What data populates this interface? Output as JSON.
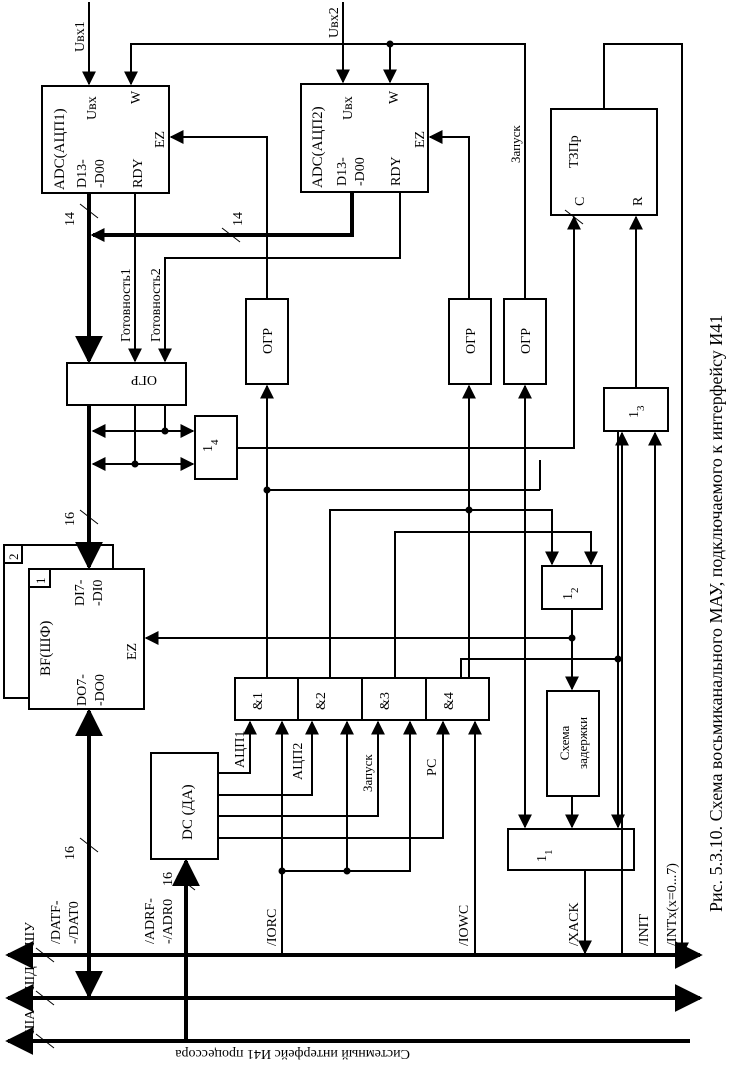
{
  "figure": {
    "caption": "Рис. 5.3.10. Схема восьмиканального МАУ, подключаемого к интерфейсу И41",
    "orientation": "rotated 90° clockwise"
  },
  "blocks": {
    "adc1": {
      "title": "ADC(АЦП1)",
      "uin": "Uвх",
      "w": "W",
      "d_hi": "D13-",
      "d_lo": "-D00",
      "rdy": "RDY",
      "ez": "EZ"
    },
    "adc2": {
      "title": "ADC(АЦП2)",
      "uin": "Uвх",
      "w": "W",
      "d_hi": "D13-",
      "d_lo": "-D00",
      "rdy": "RDY",
      "ez": "EZ"
    },
    "tzpr": {
      "title": "ТЗПр",
      "c": "C",
      "r": "R"
    },
    "ogr_in": {
      "title": "ОГР"
    },
    "ogr1": {
      "title": "ОГР"
    },
    "ogr2": {
      "title": "ОГР"
    },
    "ogr3": {
      "title": "ОГР"
    },
    "or4": {
      "title": "1",
      "sub": "4"
    },
    "or3": {
      "title": "1",
      "sub": "3"
    },
    "or2": {
      "title": "1",
      "sub": "2"
    },
    "or1": {
      "title": "1",
      "sub": "1"
    },
    "bf": {
      "title": "BF(ШФ)",
      "num1": "1",
      "num2": "2",
      "di_hi": "DI7-",
      "di_lo": "-DI0",
      "do_hi": "DO7-",
      "do_lo": "-DO0",
      "ez": "EZ"
    },
    "and_gates": [
      "&1",
      "&2",
      "&3",
      "&4"
    ],
    "dc": {
      "title": "DC (ДА)"
    },
    "delay": {
      "line1": "Схема",
      "line2": "задержки"
    }
  },
  "signals": {
    "uin1": "Uвх1",
    "uin2": "Uвх2",
    "start": "Запуск",
    "ready1": "Готовность1",
    "ready2": "Готовность2",
    "dc_outputs": [
      "АЦП1",
      "АЦП2",
      "Запуск",
      "РС"
    ],
    "bus_width_14a": "14",
    "bus_width_14b": "14",
    "bus_width_16a": "16",
    "bus_width_16b": "16",
    "bus_width_16c": "16"
  },
  "bus": {
    "label": "Системный интерфейс И41 процессора",
    "lines": [
      "ШУ",
      "ШД",
      "ША"
    ],
    "data": [
      "/DATF-",
      "-/DAT0"
    ],
    "addr": [
      "/ADRF-",
      "-/ADR0"
    ],
    "iorc": "/IORC",
    "iowc": "/IOWC",
    "xack": "/XACK",
    "init": "/INIT",
    "intx": "/INTx(x=0...7)"
  }
}
